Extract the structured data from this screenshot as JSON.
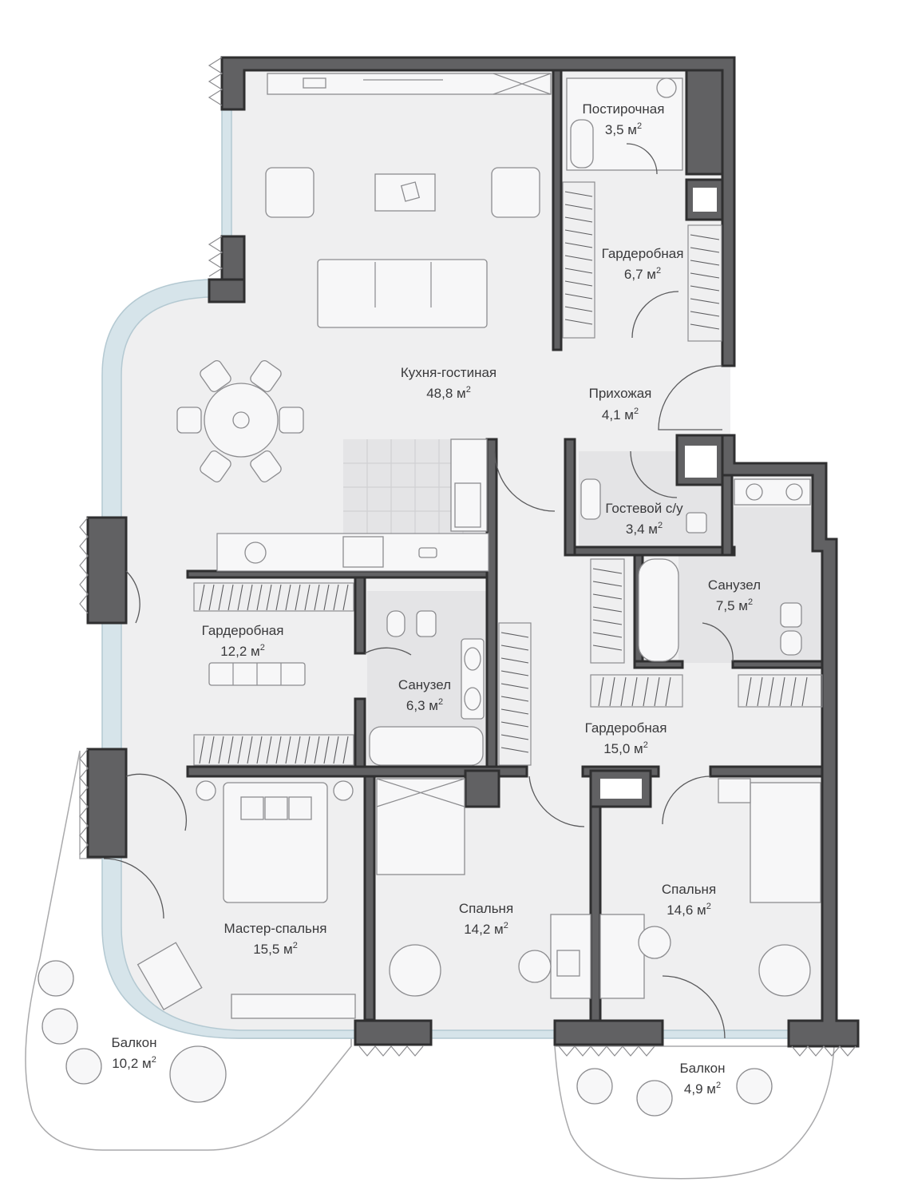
{
  "plan": {
    "rooms": [
      {
        "id": "kitchen-living",
        "name": "Кухня-гостиная",
        "area": "48,8 м",
        "unit_sup": "2"
      },
      {
        "id": "laundry",
        "name": "Постирочная",
        "area": "3,5 м",
        "unit_sup": "2"
      },
      {
        "id": "wardrobe-entry",
        "name": "Гардеробная",
        "area": "6,7 м",
        "unit_sup": "2"
      },
      {
        "id": "hallway",
        "name": "Прихожая",
        "area": "4,1 м",
        "unit_sup": "2"
      },
      {
        "id": "guest-wc",
        "name": "Гостевой с/у",
        "area": "3,4 м",
        "unit_sup": "2"
      },
      {
        "id": "bathroom-right",
        "name": "Санузел",
        "area": "7,5 м",
        "unit_sup": "2"
      },
      {
        "id": "wardrobe-master",
        "name": "Гардеробная",
        "area": "12,2 м",
        "unit_sup": "2"
      },
      {
        "id": "bathroom-master",
        "name": "Санузел",
        "area": "6,3 м",
        "unit_sup": "2"
      },
      {
        "id": "wardrobe-center",
        "name": "Гардеробная",
        "area": "15,0 м",
        "unit_sup": "2"
      },
      {
        "id": "master-bedroom",
        "name": "Мастер-спальня",
        "area": "15,5 м",
        "unit_sup": "2"
      },
      {
        "id": "bedroom-middle",
        "name": "Спальня",
        "area": "14,2 м",
        "unit_sup": "2"
      },
      {
        "id": "bedroom-right",
        "name": "Спальня",
        "area": "14,6 м",
        "unit_sup": "2"
      },
      {
        "id": "balcony-left",
        "name": "Балкон",
        "area": "10,2 м",
        "unit_sup": "2"
      },
      {
        "id": "balcony-right",
        "name": "Балкон",
        "area": "4,9 м",
        "unit_sup": "2"
      }
    ],
    "colors": {
      "wall": "#616163",
      "floor": "#efeff0",
      "glass": "#d6e4ea",
      "tile": "#e4e4e6"
    }
  }
}
